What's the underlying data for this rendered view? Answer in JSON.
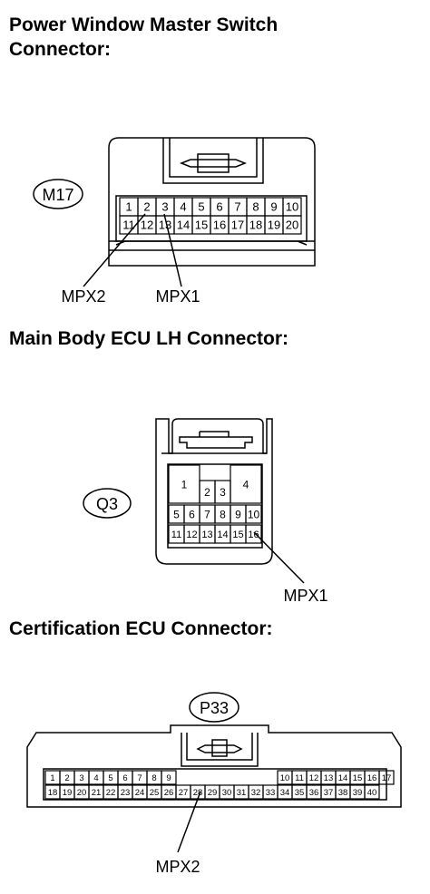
{
  "sections": [
    {
      "heading": [
        "Power Window Master Switch",
        "Connector:"
      ],
      "connector_id": "M17",
      "pin_rows": [
        [
          "1",
          "2",
          "3",
          "4",
          "5",
          "6",
          "7",
          "8",
          "9",
          "10"
        ],
        [
          "11",
          "12",
          "13",
          "14",
          "15",
          "16",
          "17",
          "18",
          "19",
          "20"
        ]
      ],
      "callouts": [
        {
          "label": "MPX2",
          "pin": "2"
        },
        {
          "label": "MPX1",
          "pin": "3"
        }
      ]
    },
    {
      "heading": [
        "Main Body ECU LH Connector:"
      ],
      "connector_id": "Q3",
      "pins": {
        "large": [
          "1",
          "4"
        ],
        "middle": [
          "2",
          "3"
        ],
        "row2": [
          "5",
          "6",
          "7",
          "8",
          "9",
          "10"
        ],
        "row3": [
          "11",
          "12",
          "13",
          "14",
          "15",
          "16"
        ]
      },
      "callouts": [
        {
          "label": "MPX1",
          "pin": "16"
        }
      ]
    },
    {
      "heading": [
        "Certification ECU Connector:"
      ],
      "connector_id": "P33",
      "pin_rows": [
        [
          "1",
          "2",
          "3",
          "4",
          "5",
          "6",
          "7",
          "8",
          "9",
          "",
          "",
          "",
          "",
          "",
          "",
          "",
          "10",
          "11",
          "12",
          "13",
          "14",
          "15",
          "16",
          "17"
        ],
        [
          "18",
          "19",
          "20",
          "21",
          "22",
          "23",
          "24",
          "25",
          "26",
          "27",
          "28",
          "29",
          "30",
          "31",
          "32",
          "33",
          "34",
          "35",
          "36",
          "37",
          "38",
          "39",
          "40"
        ]
      ],
      "callouts": [
        {
          "label": "MPX2",
          "pin": "28"
        }
      ]
    }
  ]
}
